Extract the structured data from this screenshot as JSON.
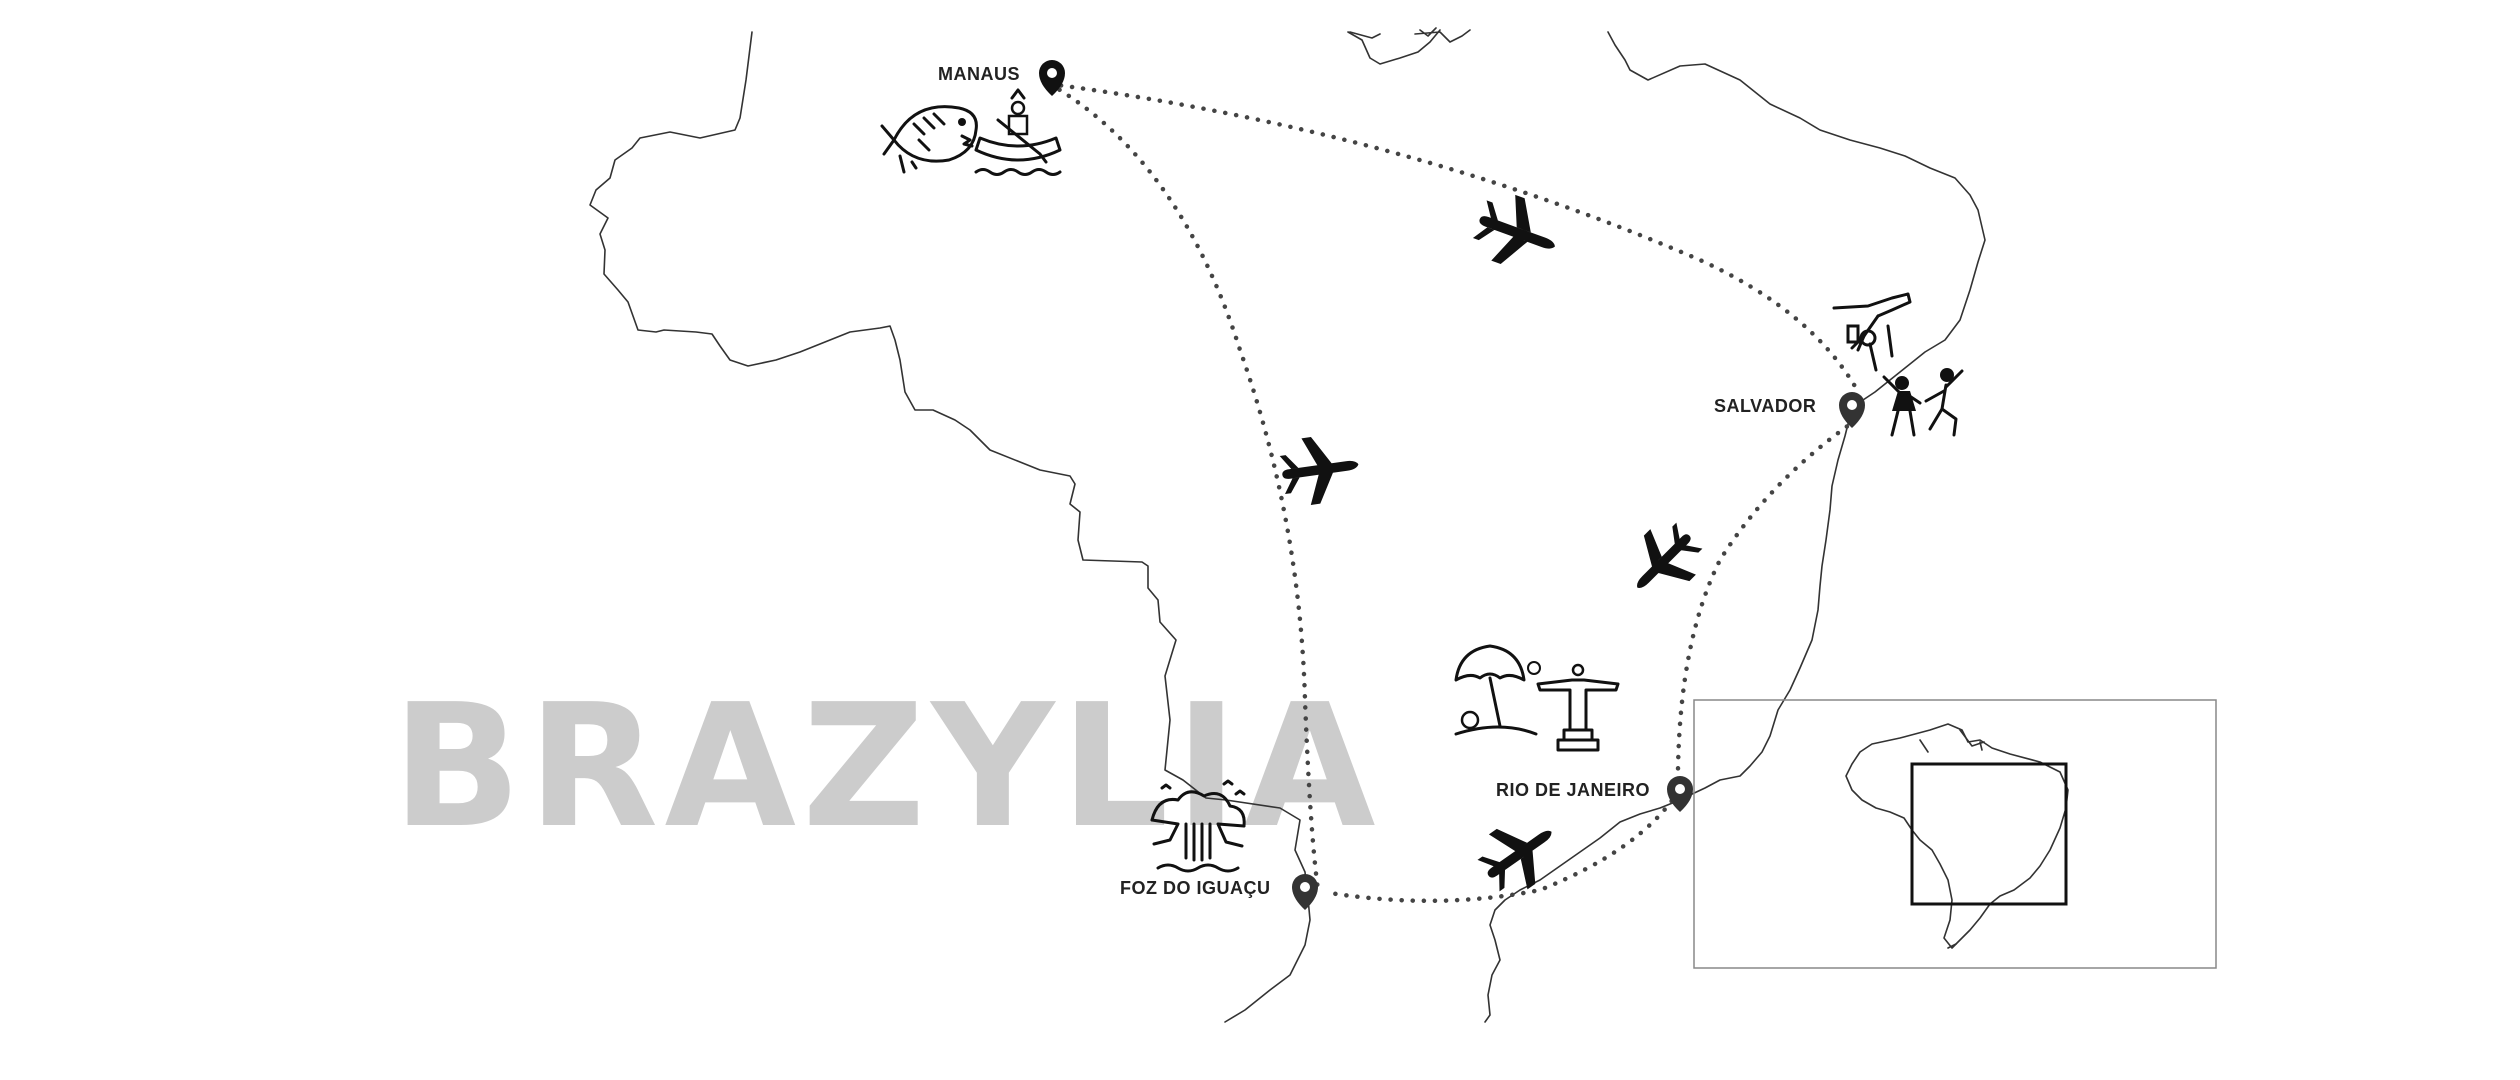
{
  "map": {
    "title": "BRAZYLIA",
    "title_color": "#cccccc",
    "marker_color": "#333333",
    "route_color": "#444444",
    "cities": [
      {
        "id": "manaus",
        "label": "MANAUS"
      },
      {
        "id": "salvador",
        "label": "SALVADOR"
      },
      {
        "id": "rio",
        "label": "RIO DE JANEIRO"
      },
      {
        "id": "foz",
        "label": "FOZ DO IGUAÇU"
      }
    ],
    "routes": [
      {
        "from": "MANAUS",
        "to": "SALVADOR",
        "style": "dotted"
      },
      {
        "from": "MANAUS",
        "to": "FOZ DO IGUAÇU",
        "style": "dotted"
      },
      {
        "from": "SALVADOR",
        "to": "RIO DE JANEIRO",
        "style": "dotted"
      },
      {
        "from": "RIO DE JANEIRO",
        "to": "FOZ DO IGUAÇU",
        "style": "dotted"
      }
    ],
    "icons": [
      "piranha-icon",
      "canoe-rower-icon",
      "capoeira-icon",
      "dancers-icon",
      "beach-umbrella-icon",
      "christ-redeemer-icon",
      "waterfall-icon",
      "airplane-icon"
    ],
    "inset": {
      "name": "south-america-locator",
      "has_box": true
    }
  }
}
